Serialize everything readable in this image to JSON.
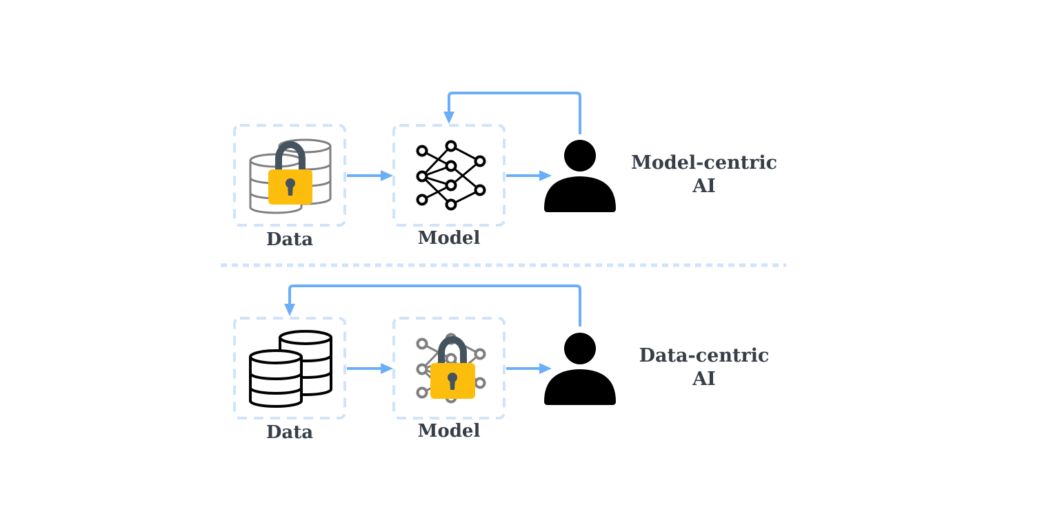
{
  "title": "Model-centric vs Data-centric AI",
  "colors": {
    "arrow": "#6aaefa",
    "dashed_box": "#cfe3fb",
    "separator": "#cfe3fb",
    "lock_body": "#fdbd0d",
    "lock_shackle": "#44545f",
    "icon_dark": "#000000",
    "icon_muted": "#7f7f7f",
    "text": "#383e47"
  },
  "rows": [
    {
      "id": "model-centric",
      "title_line1": "Model-centric",
      "title_line2": "AI",
      "data_label": "Data",
      "model_label": "Model",
      "locked_component": "data",
      "feedback_target": "model",
      "icons": [
        "database-icon",
        "lock-icon",
        "neural-network-icon",
        "user-icon"
      ]
    },
    {
      "id": "data-centric",
      "title_line1": "Data-centric",
      "title_line2": "AI",
      "data_label": "Data",
      "model_label": "Model",
      "locked_component": "model",
      "feedback_target": "data",
      "icons": [
        "database-icon",
        "lock-icon",
        "neural-network-icon",
        "user-icon"
      ]
    }
  ]
}
